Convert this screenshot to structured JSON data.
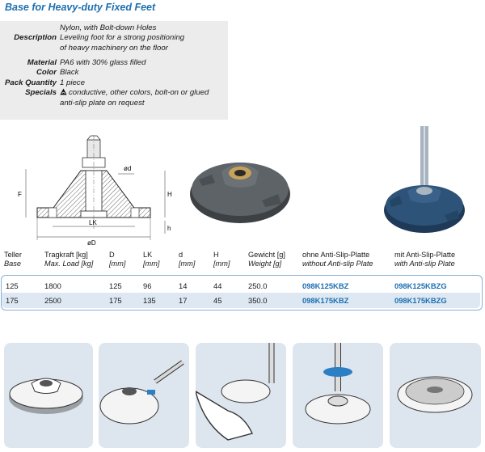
{
  "title": "Base for Heavy-duty Fixed Feet",
  "specs": {
    "intro": "Nylon, with Bolt-down Holes",
    "rows": [
      {
        "key": "Description",
        "lines": [
          "Leveling foot for a strong positioning",
          "of heavy machinery on the floor"
        ]
      },
      {
        "key": "Material",
        "lines": [
          "PA6 with 30% glass filled"
        ]
      },
      {
        "key": "Color",
        "lines": [
          "Black"
        ]
      },
      {
        "key": "Pack Quantity",
        "lines": [
          "1 piece"
        ]
      },
      {
        "key": "Specials",
        "lines": [
          "conductive, other colors, bolt-on or glued",
          "anti-slip plate on request"
        ]
      }
    ]
  },
  "drawing_labels": {
    "d": "ød",
    "F": "F",
    "H": "H",
    "LK": "LK",
    "D": "øD",
    "h": "h"
  },
  "table": {
    "headers": [
      {
        "de": "Teller",
        "en": "Base"
      },
      {
        "de": "Tragkraft [kg]",
        "en": "Max. Load [kg]"
      },
      {
        "de": "D",
        "en": "[mm]"
      },
      {
        "de": "LK",
        "en": "[mm]"
      },
      {
        "de": "d",
        "en": "[mm]"
      },
      {
        "de": "H",
        "en": "[mm]"
      },
      {
        "de": "Gewicht [g]",
        "en": "Weight [g]"
      },
      {
        "de": "ohne Anti-Slip-Platte",
        "en": "without Anti-slip Plate"
      },
      {
        "de": "mit Anti-Slip-Platte",
        "en": "with Anti-slip Plate"
      }
    ],
    "rows": [
      [
        "125",
        "1800",
        "125",
        "96",
        "14",
        "44",
        "250.0",
        "098K125KBZ",
        "098K125KBZG"
      ],
      [
        "175",
        "2500",
        "175",
        "135",
        "17",
        "45",
        "350.0",
        "098K175KBZ",
        "098K175KBZG"
      ]
    ]
  },
  "colors": {
    "accent": "#1c6fb0",
    "spec_bg": "#ececec",
    "panel_bg": "#dde6ef",
    "product": "#3d4a5c"
  }
}
